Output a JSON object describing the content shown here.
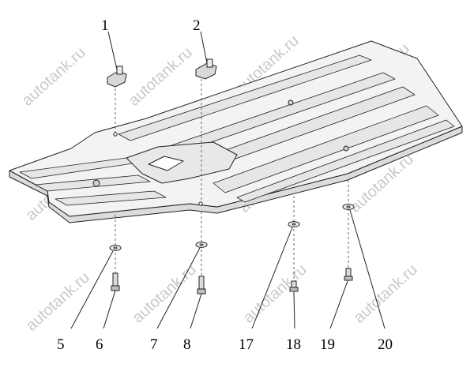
{
  "watermark": "autotank.ru",
  "callouts": {
    "c1": "1",
    "c2": "2",
    "c5": "5",
    "c6": "6",
    "c7": "7",
    "c8": "8",
    "c17": "17",
    "c18": "18",
    "c19": "19",
    "c20": "20"
  },
  "colors": {
    "line": "#222222",
    "plate": "#f3f3f3",
    "rib": "#e2e2e2",
    "watermark": "#c9c9c9"
  }
}
